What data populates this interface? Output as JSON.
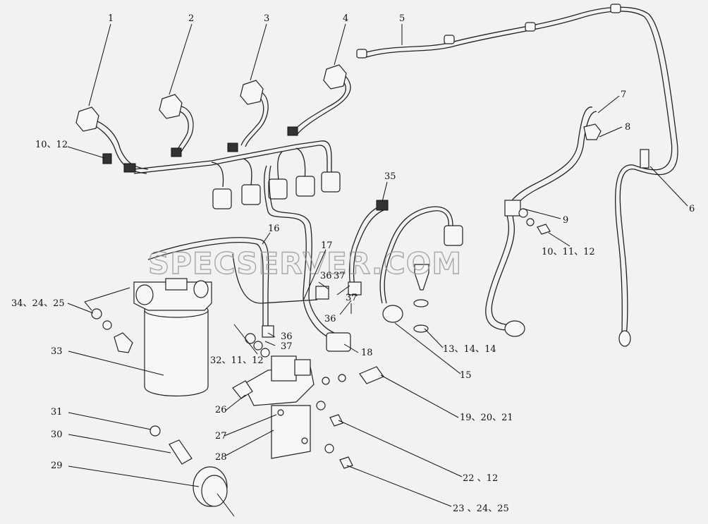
{
  "diagram": {
    "watermark": "SPECSERVER.COM",
    "callouts": {
      "c1": "1",
      "c2": "2",
      "c3": "3",
      "c4": "4",
      "c5": "5",
      "c6": "6",
      "c7": "7",
      "c8": "8",
      "c9": "9",
      "c10_12": "10、12",
      "c10_11_12": "10、11、12",
      "c13_14_14": "13、14、14",
      "c15": "15",
      "c16": "16",
      "c17": "17",
      "c18": "18",
      "c19_20_21": "19、20、21",
      "c22_12": "22 、12",
      "c23_24_25": "23 、24、25",
      "c26": "26",
      "c27": "27",
      "c28": "28",
      "c29": "29",
      "c30": "30",
      "c31": "31",
      "c32_11_12": "32、11、12",
      "c33": "33",
      "c34_24_25": "34、24、25",
      "c35": "35",
      "c36a": "36",
      "c37a": "37",
      "c36b": "36",
      "c37b": "37",
      "c36c": "36",
      "c37c": "37"
    }
  }
}
